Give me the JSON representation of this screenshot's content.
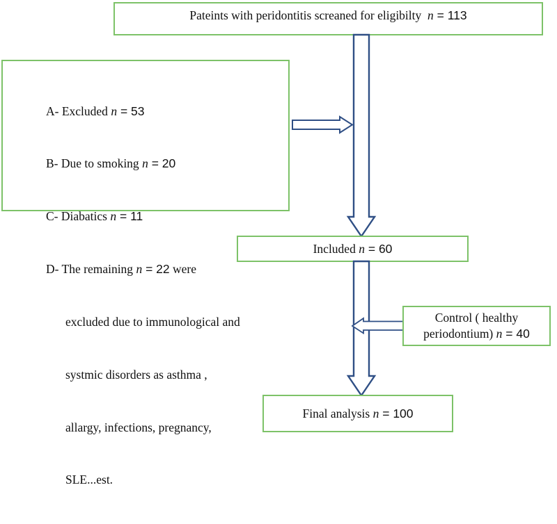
{
  "diagram": {
    "title": "Participant flow diagram",
    "colors": {
      "box_border": "#7DC268",
      "arrow_stroke": "#2F4F85",
      "arrow_fill": "#FFFFFF",
      "arrow_shaft_fill": "#BFC9E0",
      "background": "#FFFFFF",
      "text": "#101010"
    },
    "nodes": {
      "screened": {
        "label": "Pateints with peridontitis screaned for eligibilty",
        "n_symbol": "n",
        "equals": "=",
        "n_value": "113",
        "full_text": "Pateints with peridontitis screaned for eligibilty  n = 113"
      },
      "excluded": {
        "lines": [
          {
            "marker": "A-",
            "text": "Excluded",
            "n_symbol": "n",
            "equals": "=",
            "n_value": "53",
            "full_text": "A- Excluded n = 53"
          },
          {
            "marker": "B-",
            "text": "Due to smoking",
            "n_symbol": "n",
            "equals": "=",
            "n_value": "20",
            "full_text": "B- Due to smoking n = 20"
          },
          {
            "marker": "C-",
            "text": "Diabatics",
            "n_symbol": "n",
            "equals": "=",
            "n_value": "11",
            "full_text": "C- Diabatics n = 11"
          },
          {
            "marker": "D-",
            "text": "The remaining",
            "n_symbol": "n",
            "equals": "=",
            "n_value": "22",
            "trailing": " were",
            "full_text": "D- The remaining n = 22  were"
          }
        ],
        "continuation": [
          "excluded due to immunological and",
          "systmic disorders as asthma ,",
          "allargy, infections, pregnancy,",
          "SLE...est."
        ]
      },
      "included": {
        "label": "Included",
        "n_symbol": "n",
        "equals": "=",
        "n_value": "60",
        "full_text": "Included n = 60"
      },
      "control": {
        "line1": "Control ( healthy",
        "line2_label": "periodontium)",
        "n_symbol": "n",
        "equals": "=",
        "n_value": "40",
        "full_text": "Control ( healthy periodontium) n = 40"
      },
      "final": {
        "label": "Final analysis",
        "n_symbol": "n",
        "equals": "=",
        "n_value": "100",
        "full_text": "Final analysis n = 100"
      }
    },
    "arrows": [
      {
        "name": "screened-to-included",
        "direction": "down",
        "style": "hollow-block"
      },
      {
        "name": "excluded-out",
        "direction": "right",
        "style": "hollow-block"
      },
      {
        "name": "included-to-final",
        "direction": "down",
        "style": "hollow-block"
      },
      {
        "name": "control-in",
        "direction": "left",
        "style": "hollow-block"
      }
    ]
  }
}
